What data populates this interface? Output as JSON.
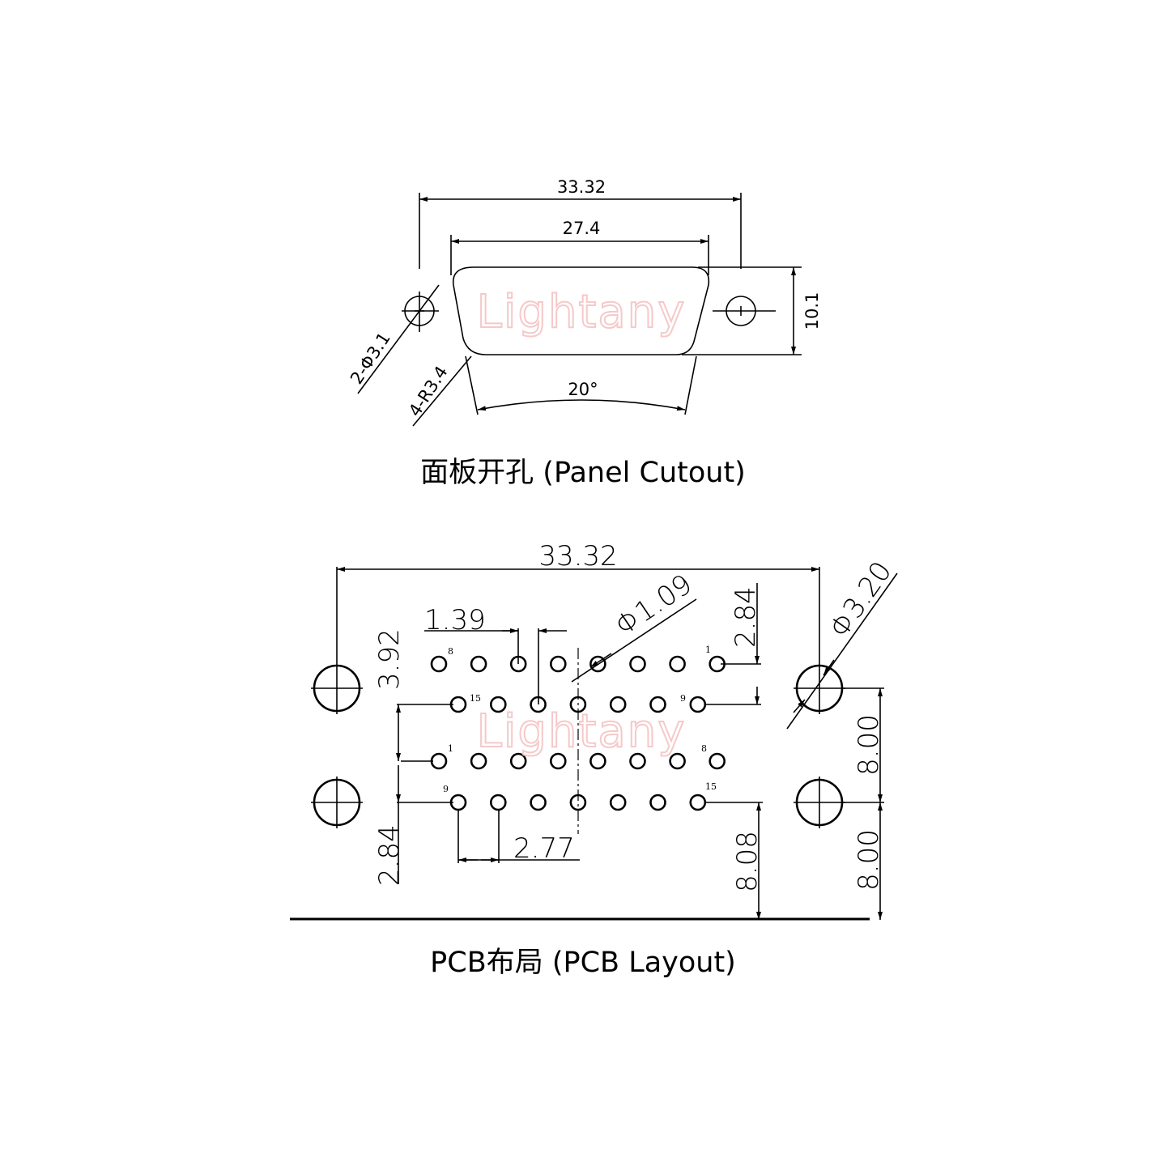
{
  "watermark": "Lightany",
  "panel": {
    "title": "面板开孔 (Panel Cutout)",
    "dims": {
      "overall_width": "33.32",
      "body_width": "27.4",
      "height": "10.1",
      "hole": "2-Φ3.1",
      "radius": "4-R3.4",
      "angle": "20°"
    }
  },
  "pcb": {
    "title": "PCB布局 (PCB Layout)",
    "dims": {
      "overall_width": "33.32",
      "pin_pitch_half": "1.39",
      "pin_hole": "Φ1.09",
      "mount_hole": "Φ3.20",
      "row_offset_top": "2.84",
      "row_offset_left": "3.92",
      "row_offset_bottom": "2.84",
      "pin_pitch": "2.77",
      "mount_spacing_1": "8.00",
      "mount_spacing_2": "8.00",
      "edge_offset": "8.08"
    },
    "pin_labels": {
      "top_row1_left": "8",
      "top_row1_right": "1",
      "top_row2_left": "15",
      "top_row2_right": "9",
      "bot_row1_left": "1",
      "bot_row1_right": "8",
      "bot_row2_left": "9",
      "bot_row2_right": "15"
    }
  }
}
